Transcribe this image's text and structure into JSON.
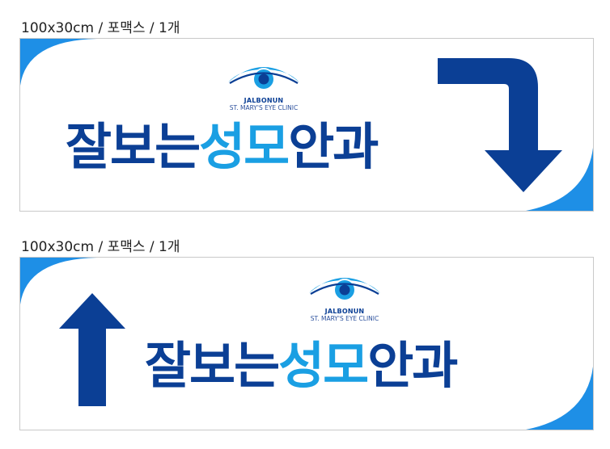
{
  "signs": [
    {
      "spec": "100x30cm / 포맥스 / 1개",
      "logo": {
        "brand": "JALBONUN",
        "clinic": "ST. MARY'S EYE CLINIC"
      },
      "title": {
        "part1": "잘보는",
        "part2": "성모",
        "part3": "안과"
      },
      "arrow_icon": "arrow-right-down-icon"
    },
    {
      "spec": "100x30cm / 포맥스 / 1개",
      "logo": {
        "brand": "JALBONUN",
        "clinic": "ST. MARY'S EYE CLINIC"
      },
      "title": {
        "part1": "잘보는",
        "part2": "성모",
        "part3": "안과"
      },
      "arrow_icon": "arrow-up-icon"
    }
  ],
  "colors": {
    "dark_blue": "#0b3f95",
    "light_blue": "#1a9fe3",
    "accent_blue": "#1e8fe6"
  }
}
